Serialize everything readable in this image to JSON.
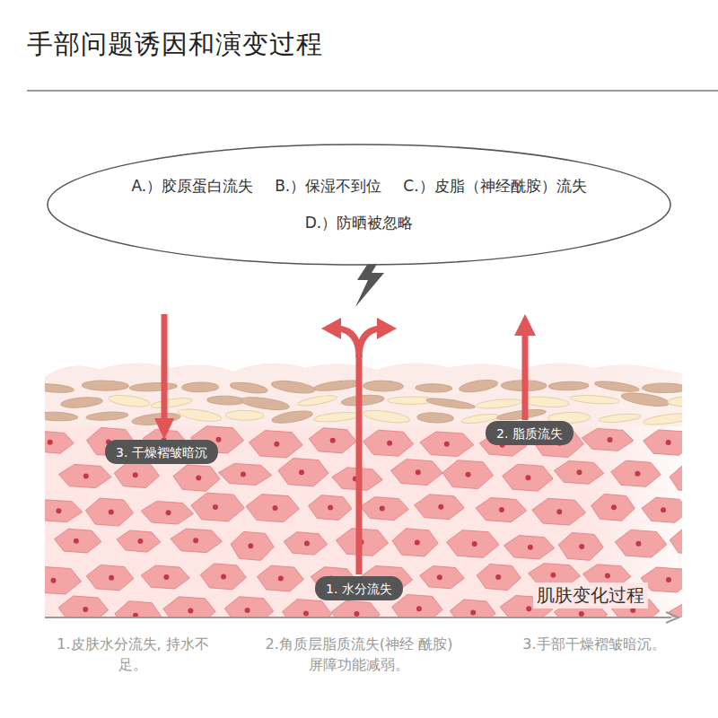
{
  "diagram": {
    "title": "手部问题诱因和演变过程",
    "nodes": [
      {
        "text": [
          "A.）胶原蛋白流失",
          "B.）保湿不到位",
          "C.）皮脂（神经酰胺）流失",
          "D.）防晒被忽略"
        ]
      },
      {
        "text": [
          "3. 干燥褶皱暗沉"
        ]
      },
      {
        "text": [
          "2. 脂质流失"
        ]
      },
      {
        "text": [
          "1. 水分流失"
        ]
      }
    ],
    "labels": [
      "肌肤变化过程",
      "1.皮肤水分流失, 持水不足。",
      "2.角质层脂质流失(神经 酰胺)屏障功能减弱。",
      "3.手部干燥褶皱暗沉。"
    ]
  }
}
